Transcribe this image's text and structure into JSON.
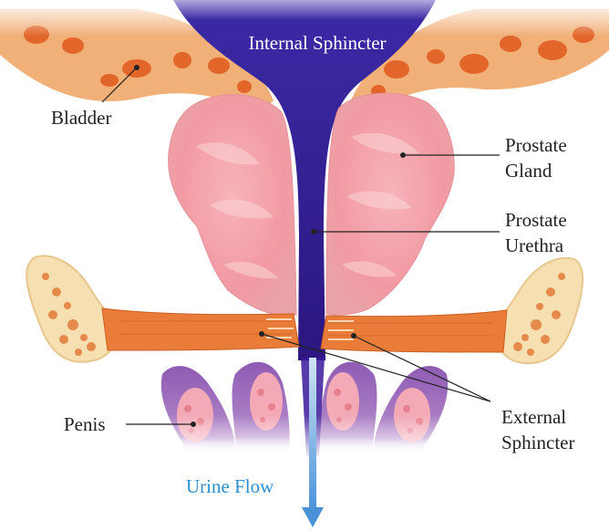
{
  "labels": {
    "internal_sphincter": "Internal Sphincter",
    "bladder": "Bladder",
    "prostate_gland_line1": "Prostate",
    "prostate_gland_line2": "Gland",
    "prostate_urethra_line1": "Prostate",
    "prostate_urethra_line2": "Urethra",
    "penis": "Penis",
    "external_sphincter_line1": "External",
    "external_sphincter_line2": "Sphincter",
    "urine_flow": "Urine Flow"
  },
  "colors": {
    "bladder_wall": "#f0b078",
    "bladder_spots": "#e2662a",
    "urethra": "#3a1a9a",
    "prostate": "#f4a0a8",
    "prostate_light": "#fbd6d6",
    "bone": "#f6dfb0",
    "bone_spots": "#e58a4a",
    "sphincter_muscle": "#ea7c3a",
    "penis_tissue": "#9a63b8",
    "penis_inner": "#f3a9b6",
    "flow_arrow": "#6aa6dc",
    "flow_label": "#2f8ecf",
    "text": "#222222"
  }
}
